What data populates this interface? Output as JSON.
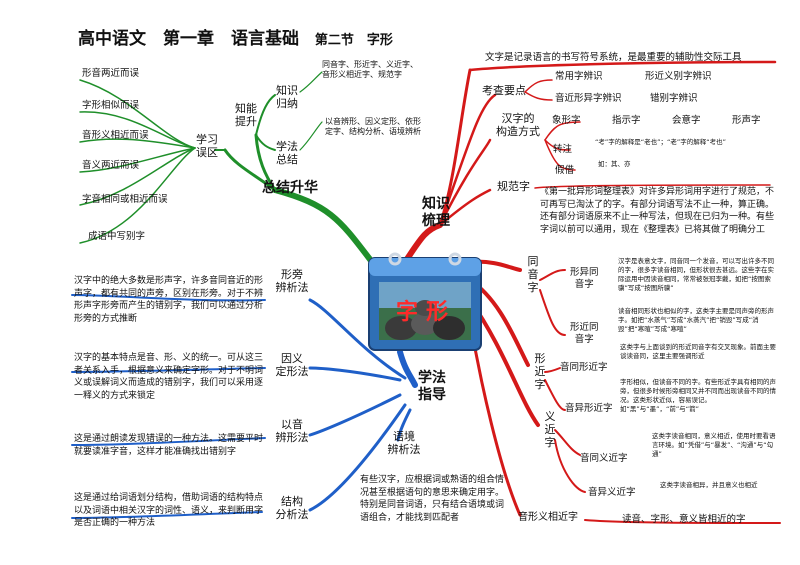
{
  "title": {
    "main": "高中语文　第一章　语言基础",
    "section": "第二节　字形"
  },
  "center": {
    "label": "字形"
  },
  "branches": {
    "summary": {
      "label": "总结升华",
      "knowledge": {
        "label": "知识\n归纳",
        "text": "同音字、形近字、义近字、音形义相近字、规范字"
      },
      "method": {
        "label": "学法\n总结",
        "text": "以音辨形、因义定形、依形定字、结构分析、语境辨析"
      },
      "raise": {
        "label": "知能\n提升"
      },
      "errors": {
        "label": "学习\n误区",
        "items": [
          "形音两近而误",
          "字形相似而误",
          "音形义相近而误",
          "音义两近而误",
          "字音相同或相近而误",
          "成语中写别字"
        ]
      }
    },
    "knowledge": {
      "label": "知识\n梳理",
      "definition": "文字是记录语言的书写符号系统，是最重要的辅助性交际工具",
      "exam": {
        "label": "考查要点",
        "items": [
          "常用字辨识",
          "形近义别字辨识",
          "音近形异字辨识",
          "错别字辨识"
        ]
      },
      "structure": {
        "label": "汉字的\n构造方式",
        "types": [
          "象形字",
          "指示字",
          "会意字",
          "形声字"
        ],
        "zhuanzhu": {
          "label": "转注",
          "text": "“考”字的解释是“老也”；“老”字的解释“考也”"
        },
        "jiajie": {
          "label": "假借",
          "text": "如：其、亦"
        }
      },
      "standard": {
        "label": "规范字",
        "text": "《第一批异形词整理表》对许多异形词用字进行了规范，不可再写已淘汰了的字。有部分词语写法不止一种，算正确。还有部分词语原来不止一种写法，但现在已归为一种。有些字词以前可以通用，现在《整理表》已将其做了明确分工"
      }
    },
    "homophone": {
      "label": "同\n音\n字",
      "diff": {
        "label": "形异同\n音字",
        "text": "汉字是表意文字，同音同一个发音，可以写出许多不同的字，很多字读音相同，但形状很去甚远。这些字在实际运用中因读音相同，常常被张冠李戴，如把“按图索骥”写成“按图所骥”"
      },
      "near": {
        "label": "形近同\n音字",
        "text": "读音相同形状也相似的字，这类字主要是同声旁的形声字。如把“水蒸气”写成“水蒸汽”把“销毁”写成“消毁”把“寒暄”写成“寒喧”"
      }
    },
    "similar": {
      "label": "形\n近\n字",
      "intro": "这类字与上面谈到的形近同音字有交叉现象。前面主要谈读音同，这里主要强调形近",
      "sameSound": {
        "label": "音同形近字"
      },
      "diffSound": {
        "label": "音异形近字",
        "text": "字形相似，但读音不同的字。有些形近字具有相同的声旁，但很多时候形旁相同又并不同而出现读音不同的情况。这类形状近似，容易误记。如“黑”与“墨”，“前”与“箭”"
      }
    },
    "synonym": {
      "label": "义\n近\n字",
      "same": {
        "label": "音同义近字",
        "text": "这类字读音相同，意义相近，使用时要看语言环境。如“凭借”与“暴发”、“沟通”与“勾通”"
      },
      "diff": {
        "label": "音异义近字",
        "text": "这类字读音相异，并且意义也相近"
      }
    },
    "tripleSimilar": {
      "label": "音形义相近字",
      "text": "读音、字形、意义皆相近的字"
    },
    "study": {
      "label": "学法\n指导",
      "methods": [
        {
          "label": "形旁\n辨析法",
          "text": "汉字中的绝大多数是形声字，许多音同音近的形声字，都有共同的声旁，区别在形旁。对于不辨形声字形旁而产生的错别字，我们可以通过分析形旁的方式推断"
        },
        {
          "label": "因义\n定形法",
          "text": "汉字的基本特点是音、形、义的统一。可从这三者关系入手，根据意义来确定字形。对于不明词义或误解词义而造成的错别字，我们可以采用逐一释义的方式来锁定"
        },
        {
          "label": "以音\n辨形法",
          "text": "这是通过朗读发现错误的一种方法。这需要平时就要读准字音，这样才能准确找出错别字"
        },
        {
          "label": "结构\n分析法",
          "text": "这是通过给词语划分结构，借助词语的结构特点以及词语中相关汉字的词性、语义，来判断用字是否正确的一种方法"
        },
        {
          "label": "语境\n辨析法",
          "text": "有些汉字，应根据词或熟语的组合情况甚至根据语句的意思来确定用字。特别是同音词语，只有结合语境或词语组合，才能找到匹配者"
        }
      ]
    }
  },
  "colors": {
    "green": "#1f8f2a",
    "red": "#d41919",
    "blue": "#1f5fc8",
    "panel": "#2f6fb5"
  }
}
